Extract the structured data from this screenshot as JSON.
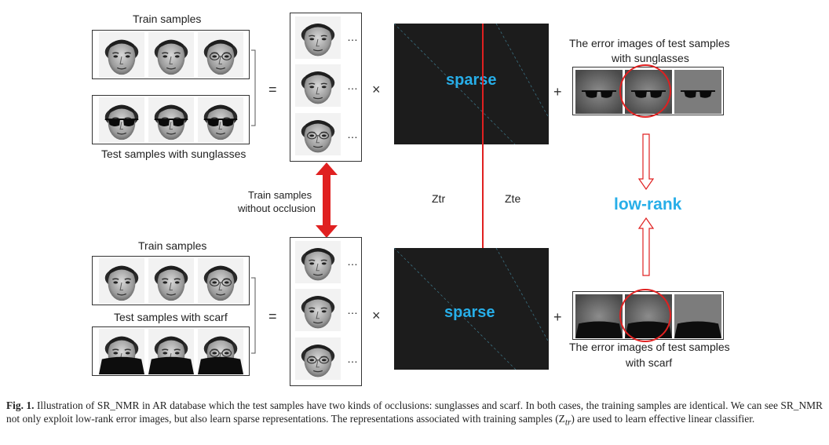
{
  "figure": {
    "top_panel": {
      "train_label": "Train samples",
      "test_label": "Test samples with sunglasses",
      "error_label_line1": "The error images of test samples",
      "error_label_line2": "with sunglasses"
    },
    "bottom_panel": {
      "train_label": "Train samples",
      "test_label": "Test samples with scarf",
      "error_label_line1": "The error images of test samples",
      "error_label_line2": "with scarf"
    },
    "middle": {
      "arrow_label_line1": "Train samples",
      "arrow_label_line2": "without occlusion",
      "ztr_label": "Ztr",
      "zte_label": "Zte",
      "lowrank_label": "low-rank"
    },
    "sparse_label": "sparse",
    "equals_symbol": "=",
    "times_symbol": "×",
    "plus_symbol": "+",
    "ellipsis": "…",
    "colors": {
      "accent_blue": "#27aee8",
      "arrow_red": "#e02020",
      "matrix_dark": "#1c1c1c"
    }
  },
  "caption": {
    "prefix": "Fig. 1.",
    "text": " Illustration of SR_NMR in AR database which the test samples have two kinds of occlusions: sunglasses and scarf. In both cases, the training samples are identical. We can see SR_NMR not only exploit low-rank error images, but also learn sparse representations. The representations associated with training samples (Z",
    "subscript": "tr",
    "suffix": ") are used to learn effective linear classifier."
  }
}
